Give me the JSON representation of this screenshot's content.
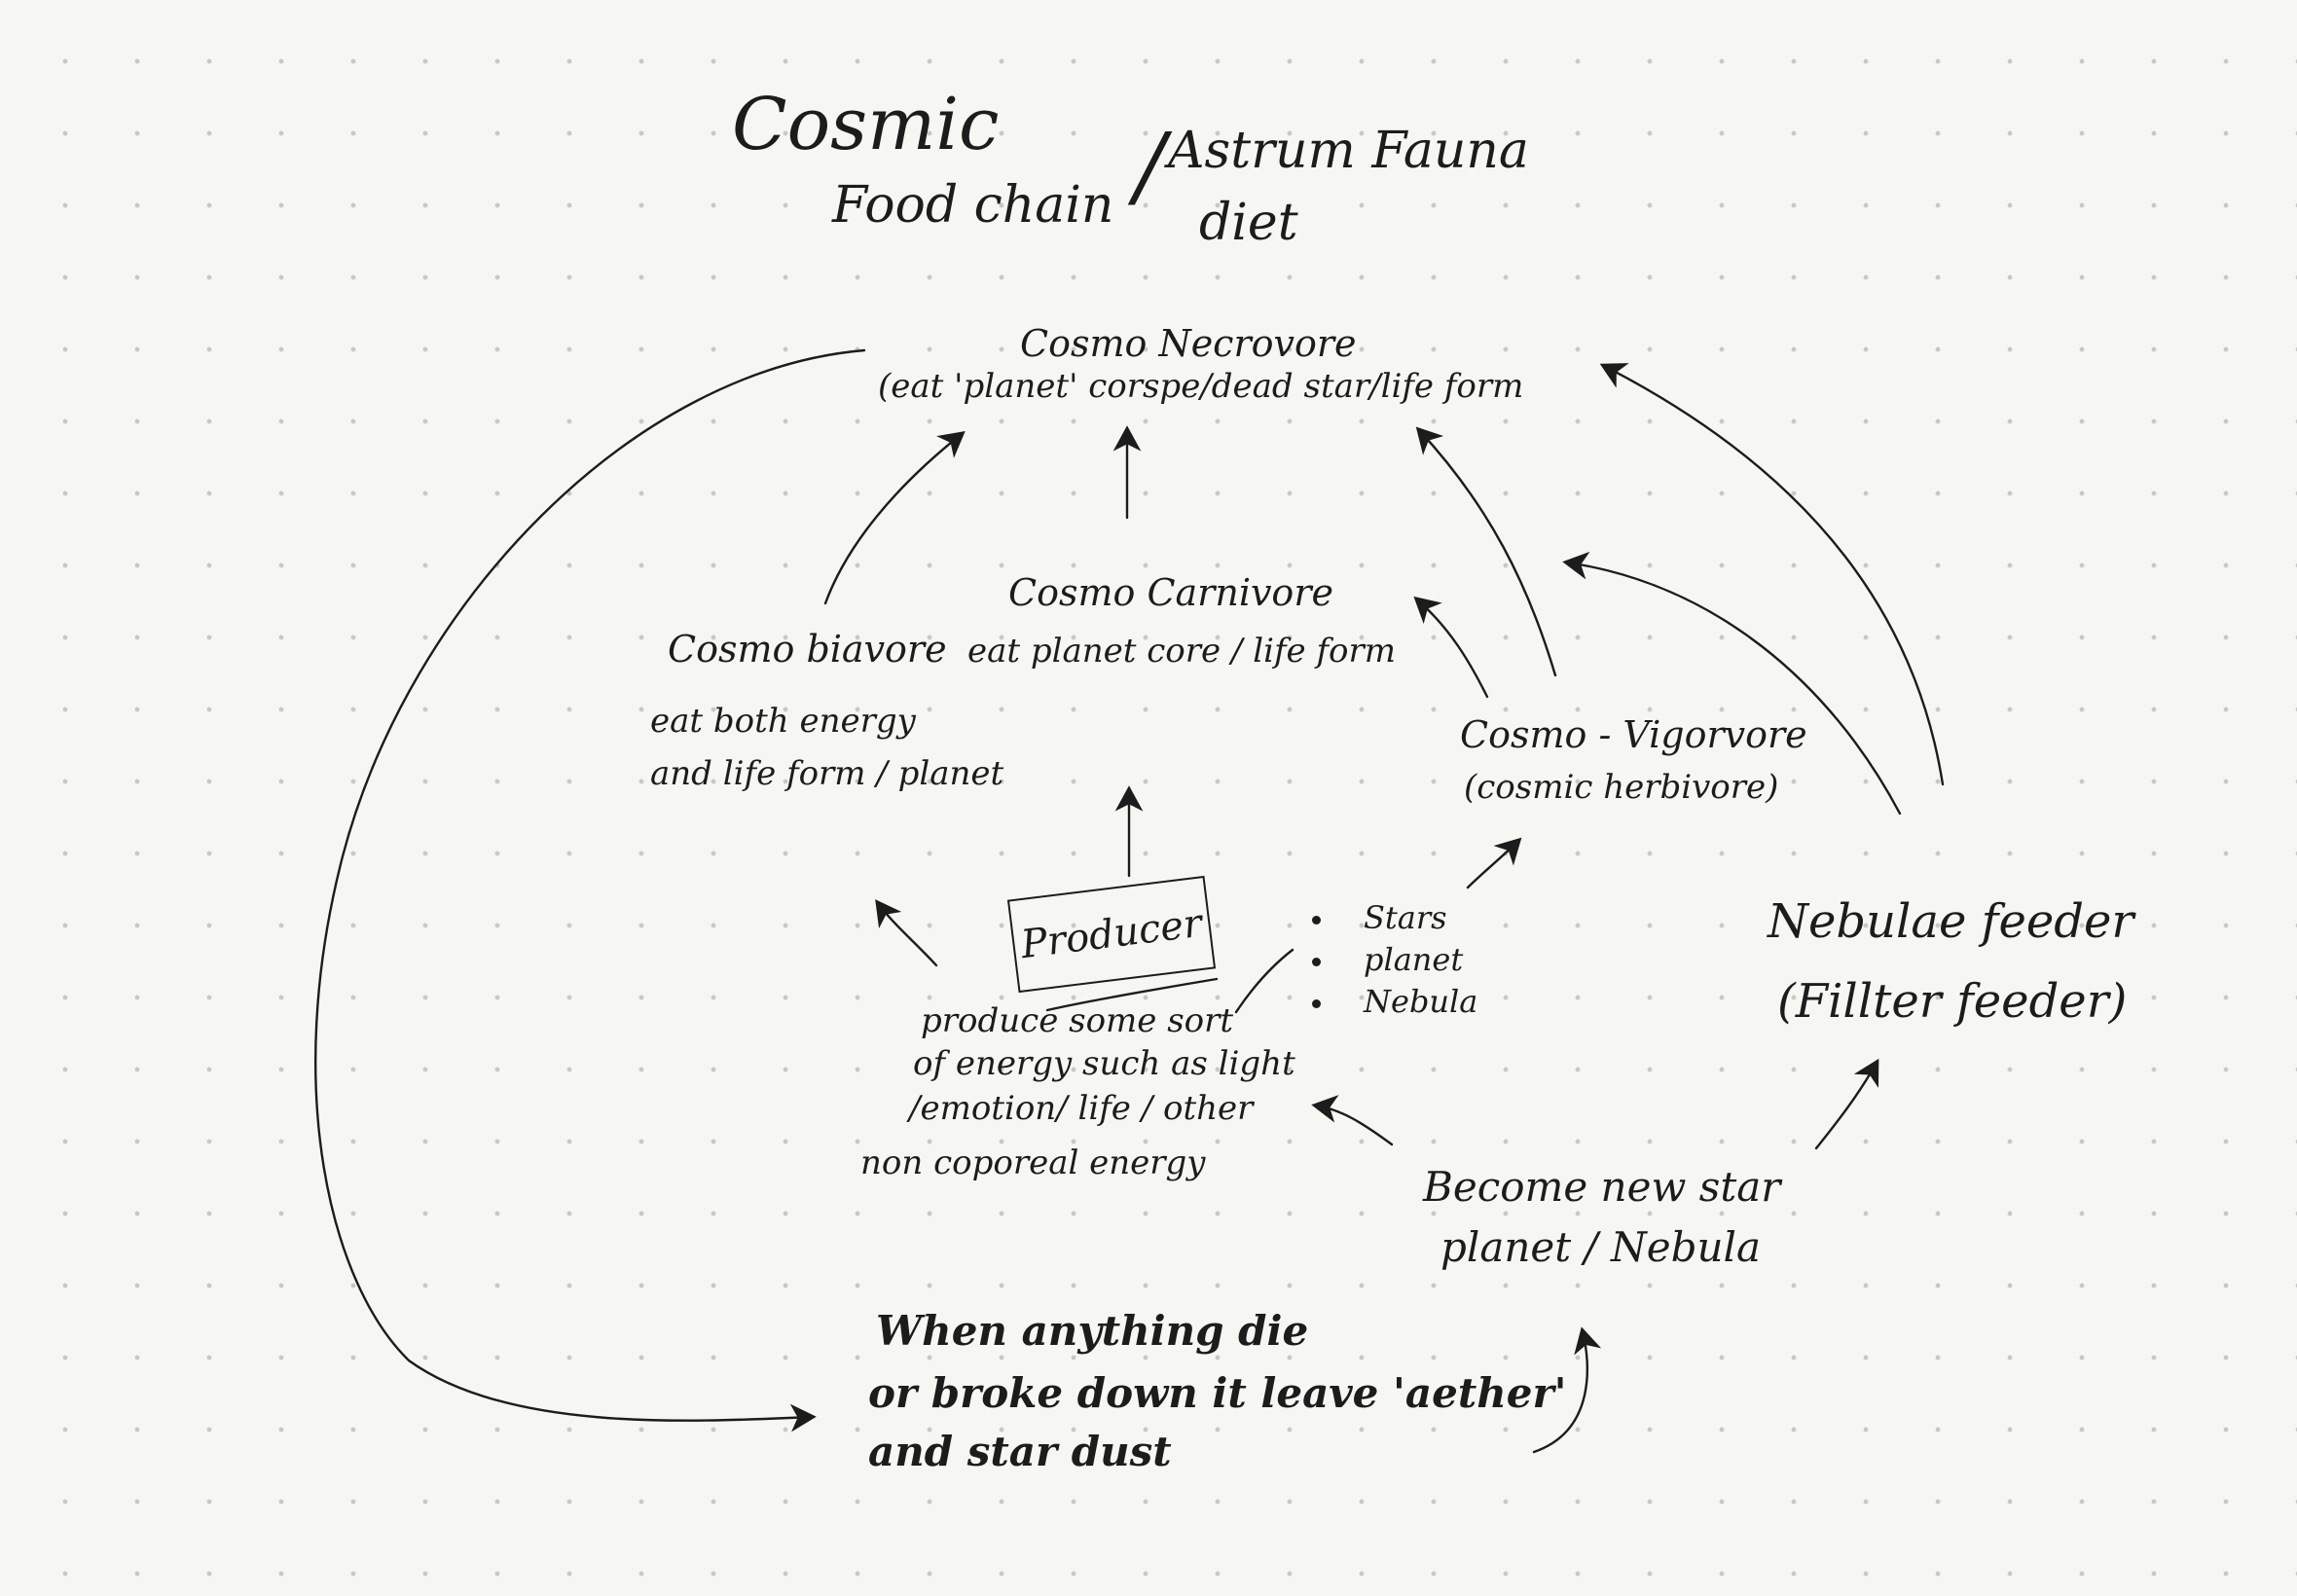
{
  "title": {
    "line1": "Cosmic",
    "line2": "Food chain",
    "separator": "/",
    "alt_line1": "Astrum Fauna",
    "alt_line2": "diet"
  },
  "necrovore": {
    "name": "Cosmo Necrovore",
    "desc": "(eat 'planet' corspe/dead star/life form"
  },
  "carnivore": {
    "name": "Cosmo Carnivore",
    "desc": "eat planet core / life form"
  },
  "biavore": {
    "name": "Cosmo biavore",
    "desc_line1": "eat both energy",
    "desc_line2": "and life form / planet"
  },
  "vigorvore": {
    "name": "Cosmo - Vigorvore",
    "desc": "(cosmic herbivore)"
  },
  "producer": {
    "label": "Producer",
    "desc_line1": "produce some sort",
    "desc_line2": "of energy such as light",
    "desc_line3": "/emotion/ life / other",
    "desc_line4": "non coporeal energy"
  },
  "producer_types": [
    "Stars",
    "planet",
    "Nebula"
  ],
  "nebulae_feeder": {
    "line1": "Nebulae feeder",
    "line2": "(Fillter feeder)"
  },
  "rebirth": {
    "line1": "Become new star",
    "line2": "planet / Nebula"
  },
  "death": {
    "line1": "When anything die",
    "line2": "or broke down it leave 'aether'",
    "line3": "and star dust"
  },
  "colors": {
    "ink": "#1c1c1c",
    "paper": "#f6f6f2",
    "grid_dot": "#c9c9c4"
  }
}
